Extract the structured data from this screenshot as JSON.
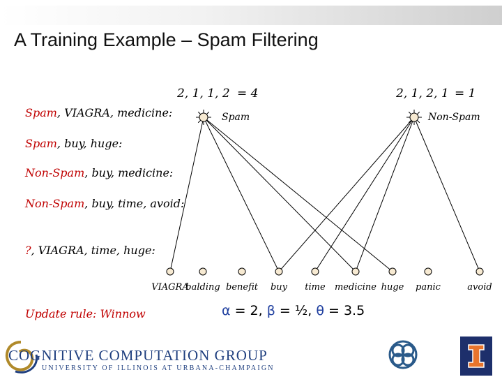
{
  "title": "A Training Example – Spam Filtering",
  "examples": [
    {
      "label": "Spam",
      "rest": ", VIAGRA, medicine:"
    },
    {
      "label": "Spam",
      "rest": ", buy, huge:"
    },
    {
      "label": "Non-Spam",
      "rest": ", buy, medicine:"
    },
    {
      "label": "Non-Spam",
      "rest": ", buy, time, avoid:"
    },
    {
      "label": "?",
      "rest": ", VIAGRA, time, huge:"
    }
  ],
  "nodes": {
    "spam": {
      "weights": "2, 1, 1, 2",
      "score": "= 4",
      "label": "Spam"
    },
    "nonspam": {
      "weights": "2, 1, 2, 1",
      "score": "= 1",
      "label": "Non-Spam"
    }
  },
  "features": [
    "VIAGRA",
    "balding",
    "benefit",
    "buy",
    "time",
    "medicine",
    "huge",
    "panic",
    "avoid"
  ],
  "connections": {
    "spam": [
      0,
      3,
      5,
      6
    ],
    "nonspam": [
      3,
      4,
      5,
      8
    ]
  },
  "update_rule": "Update rule: Winnow",
  "params": {
    "alpha_sym": "α",
    "alpha": " = 2, ",
    "beta_sym": "β",
    "beta": " = ½, ",
    "theta_sym": "θ",
    "theta": " = 3.5"
  },
  "logo": {
    "line1": "COGNITIVE COMPUTATION GROUP",
    "line2": "UNIVERSITY OF ILLINOIS AT URBANA-CHAMPAIGN"
  },
  "colors": {
    "label_red": "#c00000",
    "greek_blue": "#1f3f9f",
    "node_fill": "#f7ead2"
  }
}
